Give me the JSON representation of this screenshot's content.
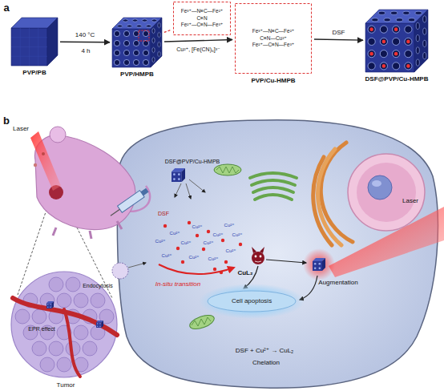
{
  "diagram": {
    "nodes": [
      {
        "text": [
          "PVP/PB"
        ]
      },
      {
        "text": [
          "PVP/HMPB"
        ]
      },
      {
        "text": [
          "Fe³⁺—N≡C—Fe²⁺",
          "C≡N",
          "Fe²⁺—C≡N—Fe³⁺"
        ]
      },
      {
        "text": [
          "PVP/Cu-HMPB",
          "Fe³⁺—N≡C—Fe²⁺",
          "C≡N—Cu²⁺",
          "Fe²⁺—C≡N—Fe³⁺"
        ]
      },
      {
        "text": [
          "DSF@PVP/Cu-HMPB"
        ]
      },
      {
        "text": [
          "Cell apoptosis"
        ]
      }
    ],
    "edges": [
      {
        "from": 0,
        "to": 1,
        "arrow": "to",
        "label": "140 °C"
      },
      {
        "from": 1,
        "to": 2,
        "arrow": "none"
      },
      {
        "from": 1,
        "to": 3,
        "arrow": "to",
        "label": "Cu²⁺, [Fe(CN)₆]³⁻"
      },
      {
        "from": 3,
        "to": 4,
        "arrow": "to",
        "label": "DSF"
      }
    ],
    "labels": [
      "a",
      "4 h",
      "b",
      "Laser",
      "EPR effect",
      "Endocytosis",
      "Tumor",
      "DSF@PVP/Cu-HMPB",
      "DSF",
      "Cu²⁺",
      "Cu²⁺",
      "Cu²⁺",
      "Cu²⁺",
      "Cu²⁺",
      "Cu²⁺",
      "Cu²⁺",
      "Cu²⁺",
      "Cu²⁺",
      "Cu²⁺",
      "Cu²⁺",
      "Cu²⁺",
      "In-situ transition",
      "CuL₂",
      "Augmentation",
      "Laser",
      "DSF + Cu²⁺ → CuL₂",
      "Chelation"
    ]
  }
}
